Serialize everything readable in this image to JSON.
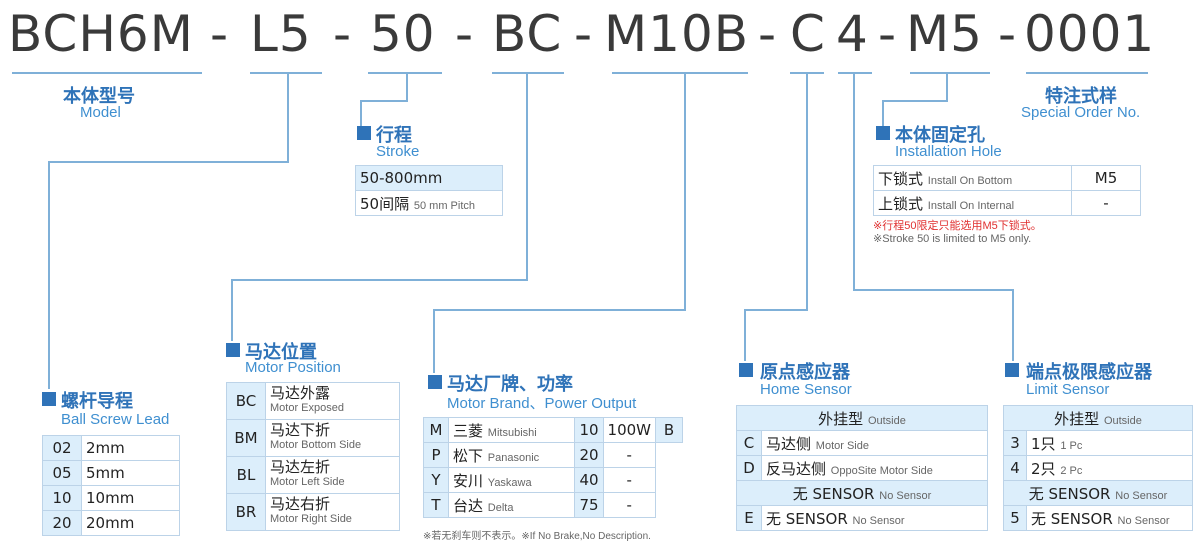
{
  "code": {
    "seg1": "BCH6M",
    "dash1": "-",
    "seg2": "L5",
    "dash2": "-",
    "seg3": "50",
    "dash3": "-",
    "seg4": "BC",
    "dash4": "-",
    "seg5": "M10B",
    "dash5": "-",
    "seg6": "C",
    "seg7": "4",
    "dash6": "-",
    "seg8": "M5",
    "dash7": "-",
    "seg9": "0001"
  },
  "model": {
    "zh": "本体型号",
    "en": "Model"
  },
  "special": {
    "zh": "特注式样",
    "en": "Special Order No."
  },
  "stroke": {
    "zh": "行程",
    "en": "Stroke",
    "range": "50-800mm",
    "pitch_zh": "50间隔",
    "pitch_en": "50 mm Pitch"
  },
  "hole": {
    "zh": "本体固定孔",
    "en": "Installation Hole",
    "rows": [
      {
        "zh": "下锁式",
        "en": "Install On Bottom",
        "val": "M5"
      },
      {
        "zh": "上锁式",
        "en": "Install On Internal",
        "val": "-"
      }
    ],
    "note_zh": "※行程50限定只能选用M5下锁式。",
    "note_en": "※Stroke 50 is limited to M5 only."
  },
  "lead": {
    "zh": "螺杆导程",
    "en": "Ball Screw Lead",
    "rows": [
      {
        "k": "02",
        "v": "2mm"
      },
      {
        "k": "05",
        "v": "5mm"
      },
      {
        "k": "10",
        "v": "10mm"
      },
      {
        "k": "20",
        "v": "20mm"
      }
    ]
  },
  "motorpos": {
    "zh": "马达位置",
    "en": "Motor Position",
    "rows": [
      {
        "k": "BC",
        "zh": "马达外露",
        "en": "Motor Exposed"
      },
      {
        "k": "BM",
        "zh": "马达下折",
        "en": "Motor Bottom Side"
      },
      {
        "k": "BL",
        "zh": "马达左折",
        "en": "Motor Left Side"
      },
      {
        "k": "BR",
        "zh": "马达右折",
        "en": "Motor Right Side"
      }
    ]
  },
  "brand": {
    "zh": "马达厂牌、功率",
    "en": "Motor Brand、Power Output",
    "rows": [
      {
        "k": "M",
        "zh": "三菱",
        "en": "Mitsubishi",
        "p": "10",
        "w": "100W",
        "b": "B"
      },
      {
        "k": "P",
        "zh": "松下",
        "en": "Panasonic",
        "p": "20",
        "w": "-"
      },
      {
        "k": "Y",
        "zh": "安川",
        "en": "Yaskawa",
        "p": "40",
        "w": "-"
      },
      {
        "k": "T",
        "zh": "台达",
        "en": "Delta",
        "p": "75",
        "w": "-"
      }
    ],
    "note": "※若无刹车则不表示。※If No Brake,No Description."
  },
  "home": {
    "zh": "原点感应器",
    "en": "Home Sensor",
    "head_zh": "外挂型",
    "head_en": "Outside",
    "rows": [
      {
        "k": "C",
        "zh": "马达侧",
        "en": "Motor Side"
      },
      {
        "k": "D",
        "zh": "反马达侧",
        "en": "OppoSite Motor Side"
      }
    ],
    "none_zh": "无 SENSOR",
    "none_en": "No Sensor",
    "last": {
      "k": "E",
      "zh": "无 SENSOR",
      "en": "No Sensor"
    }
  },
  "limit": {
    "zh": "端点极限感应器",
    "en": "Limit Sensor",
    "head_zh": "外挂型",
    "head_en": "Outside",
    "rows": [
      {
        "k": "3",
        "zh": "1只",
        "en": "1 Pc"
      },
      {
        "k": "4",
        "zh": "2只",
        "en": "2 Pc"
      }
    ],
    "none_zh": "无 SENSOR",
    "none_en": "No Sensor",
    "last": {
      "k": "5",
      "zh": "无 SENSOR",
      "en": "No Sensor"
    }
  },
  "colors": {
    "accent": "#2f73b8",
    "line": "#7fb0d8",
    "highlight": "#dceefb",
    "red": "#e03030"
  }
}
